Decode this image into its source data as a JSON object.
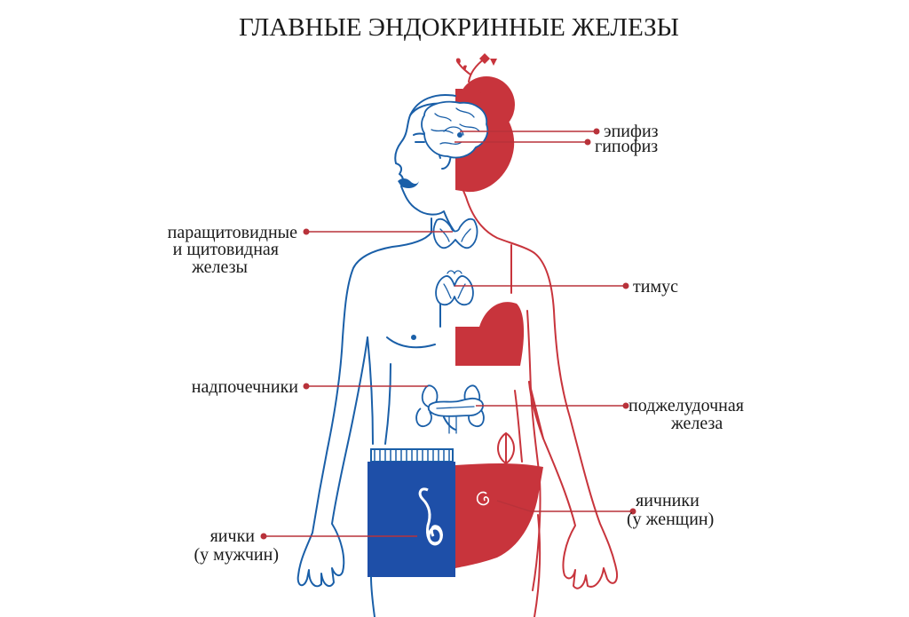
{
  "title": "ГЛАВНЫЕ ЭНДОКРИННЫЕ ЖЕЛЕЗЫ",
  "labels": {
    "epiphysis": "эпифиз",
    "hypophysis": "гипофиз",
    "thyroid": [
      "паращитовидные",
      "и щитовидная",
      "железы"
    ],
    "thymus": "тимус",
    "adrenals": "надпочечники",
    "pancreas": [
      "поджелудочная",
      "железа"
    ],
    "ovaries": [
      "яичники",
      "(у женщин)"
    ],
    "testes": [
      "яички",
      "(у мужчин)"
    ]
  },
  "colors": {
    "male_outline": "#1a5fa8",
    "female_fill": "#c8343c",
    "leader": "#b8323a",
    "text": "#1a1a1a"
  }
}
